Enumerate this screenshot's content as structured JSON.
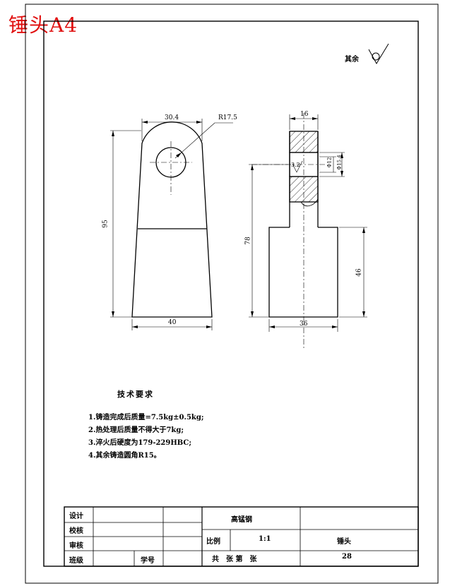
{
  "stamp": "锤头A4",
  "roughness": {
    "label": "其余"
  },
  "front_view": {
    "dims": {
      "width_top": "30.4",
      "radius": "R17.5",
      "height": "95",
      "width_bottom": "40"
    }
  },
  "side_view": {
    "dims": {
      "width_top": "16",
      "bore_small": "Φ12",
      "bore_large": "Φ15.4",
      "roughness_value": "3.2",
      "height": "78",
      "lower_height": "46",
      "width_bottom": "36"
    }
  },
  "tech_requirements": {
    "title": "技术要求",
    "items": [
      "1.铸造完成后质量=7.5kg±0.5kg;",
      "2.热处理后质量不得大于7kg;",
      "3.淬火后硬度为179-229HBC;",
      "4.其余铸造圆角R15。"
    ]
  },
  "title_block": {
    "design": "设计",
    "check": "校核",
    "review": "审核",
    "class": "班级",
    "student_id": "学号",
    "material": "高锰钢",
    "scale_label": "比例",
    "scale_value": "1:1",
    "part_name": "锤头",
    "sheet_text": "共　张  第　张",
    "number": "28"
  }
}
